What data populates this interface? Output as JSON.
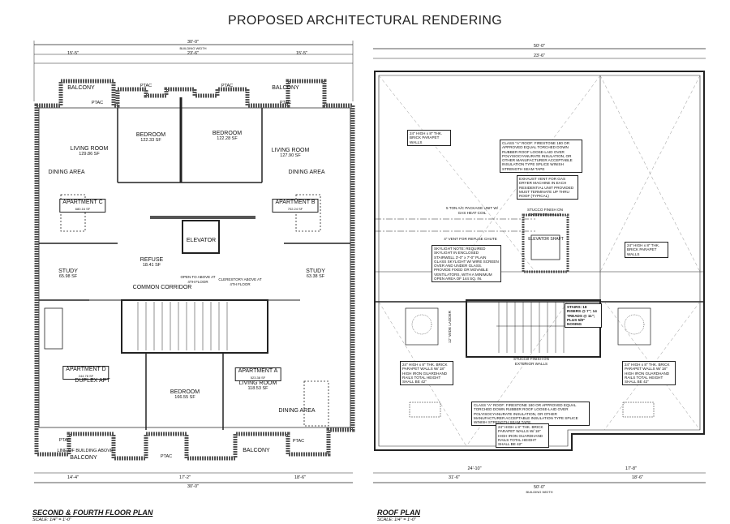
{
  "title": "PROPOSED ARCHITECTURAL RENDERING",
  "floor_plan": {
    "caption": "SECOND & FOURTH FLOOR PLAN",
    "scale": "SCALE: 1/4\" = 1'-0\"",
    "dims": {
      "overall": "30'-0\"",
      "building_width": "BUILDING WIDTH",
      "center": "23'-6\"",
      "left": "15'-5\"",
      "right": "15'-5\"",
      "bottom_left": "14'-4\"",
      "bottom_mid": "17'-2\"",
      "bottom_right": "18'-6\""
    },
    "rooms": {
      "balcony_tl": "BALCONY",
      "balcony_tr": "BALCONY",
      "bedroom_c": "BEDROOM",
      "bedroom_c_area": "122.33 SF",
      "bedroom_b": "BEDROOM",
      "bedroom_b_area": "122.28 SF",
      "living_c": "LIVING ROOM",
      "living_c_area": "129.86 SF",
      "living_b": "LIVING ROOM",
      "living_b_area": "127.90 SF",
      "dining_c": "DINING AREA",
      "dining_b": "DINING AREA",
      "apt_c": "APARTMENT C",
      "apt_c_area": "680.16 SF",
      "apt_b": "APARTMENT B",
      "apt_b_area": "702.24 SF",
      "elevator": "ELEVATOR",
      "refuse": "REFUSE",
      "refuse_area": "18.41 SF",
      "study_c": "STUDY",
      "study_c_area": "65.98 SF",
      "study_b": "STUDY",
      "study_b_area": "63.38 SF",
      "corridor": "COMMON CORRIDOR",
      "open_above": "OPEN TO ABOVE AT 4TH FLOOR",
      "clerestory": "CLERESTORY ABOVE AT 4TH FLOOR",
      "apt_d": "APARTMENT D",
      "apt_d_area": "244.78 SF",
      "duplex": "DUPLEX APT",
      "bedroom_a": "BEDROOM",
      "bedroom_a_area": "166.55 SF",
      "apt_a": "APARTMENT A",
      "apt_a_area": "523.38 SF",
      "living_a": "LIVING ROOM",
      "living_a_area": "118.53 SF",
      "dining_a": "DINING AREA",
      "line_above": "LINE OF BUILDING ABOVE",
      "balcony_bl": "BALCONY",
      "balcony_br": "BALCONY",
      "ptac": "PTAC"
    }
  },
  "roof_plan": {
    "caption": "ROOF PLAN",
    "scale": "SCALE: 1/4\" = 1'-0\"",
    "dims": {
      "overall": "50'-0\"",
      "building_width": "BUILDING WIDTH",
      "center": "23'-6\"",
      "bottom_left": "31'-6\"",
      "bottom_right": "18'-6\"",
      "seg1": "24'-10\"",
      "seg2": "17'-8\""
    },
    "notes": {
      "parapet_tl": "24\" HIGH x 8\" THK. BRICK PARAPET WALLS",
      "roof_a_top": "CLASS \"A\" ROOF: FIRESTONE 180 OR APPROVED EQUAL TORCHED DOWN RUBBER ROOF LOOSE-LAID OVER POLYISOCYANURATE INSULATION, OR OTHER MANUFACTURER ACCEPTABLE INSULATION TYPE SPLICE WINISH STRENGTH SEAM TAPE",
      "exhaust": "EXHAUST VENT FOR GAS DRYER MACHINE IN EACH RESIDENTIAL UNIT PROVIDED MUST TERMINATE UP THRU ROOF (TYPICAL)",
      "ac_unit": "5 TON A/C PACKAGE UNIT W/ GAS HEAT COIL",
      "stucco_top": "STUCCO FINISH ON EXTERIOR WALLS",
      "elevator_shaft": "ELEVATOR SHAFT",
      "refuse_vent": "4\" VENT FOR REFUSE CHUTE",
      "skylight": "SKYLIGHT NOTE: REQUIRED SKYLIGHT IN ENCLOSED STAIRWELL 3'-0\" x 7'-0\" PLAIN GLASS SKYLIGHT W/ WIRE SCREEN OVER AND UNDER GLASS. PROVIDE FIXED OR MOVABLE VENTILATORS, WITH A MINIMUM OPEN AREA OF 144 SQ. IN.",
      "parapet_r": "24\" HIGH x 8\" THK. BRICK PARAPET WALLS",
      "stairs": "STAIRS: 18 RISERS @ 7\"; 14 TREADS @ 11\"; PLUS 5/8\" NOSING",
      "ladder": "12\" WIDE LADDER",
      "stucco_bottom": "STUCCO FINISH ON EXTERIOR WALLS",
      "parapet_bl": "24\" HIGH x 8\" THK. BRICK PARAPET WALLS W/ 18\" HIGH IRON GUARDHAND RAILS TOTAL HEIGHT SHALL BE 42\"",
      "parapet_br": "24\" HIGH x 8\" THK. BRICK PARAPET WALLS W/ 18\" HIGH IRON GUARDHAND RAILS TOTAL HEIGHT SHALL BE 42\"",
      "roof_a_bottom": "CLASS \"A\" ROOF: FIRESTONE 180 OR APPROVED EQUAL TORCHED DOWN RUBBER ROOF LOOSE-LAID OVER POLYISOCYANURATE INSULATION, OR OTHER MANUFACTURER ACCEPTABLE INSULATION TYPE SPLICE WINISH STRENGTH SEAM TAPE",
      "parapet_bc": "24\" HIGH x 8\" THK. BRICK PARAPET WALLS W/ 18\" HIGH IRON GUARDHAND RAILS TOTAL HEIGHT SHALL BE 42\""
    }
  }
}
